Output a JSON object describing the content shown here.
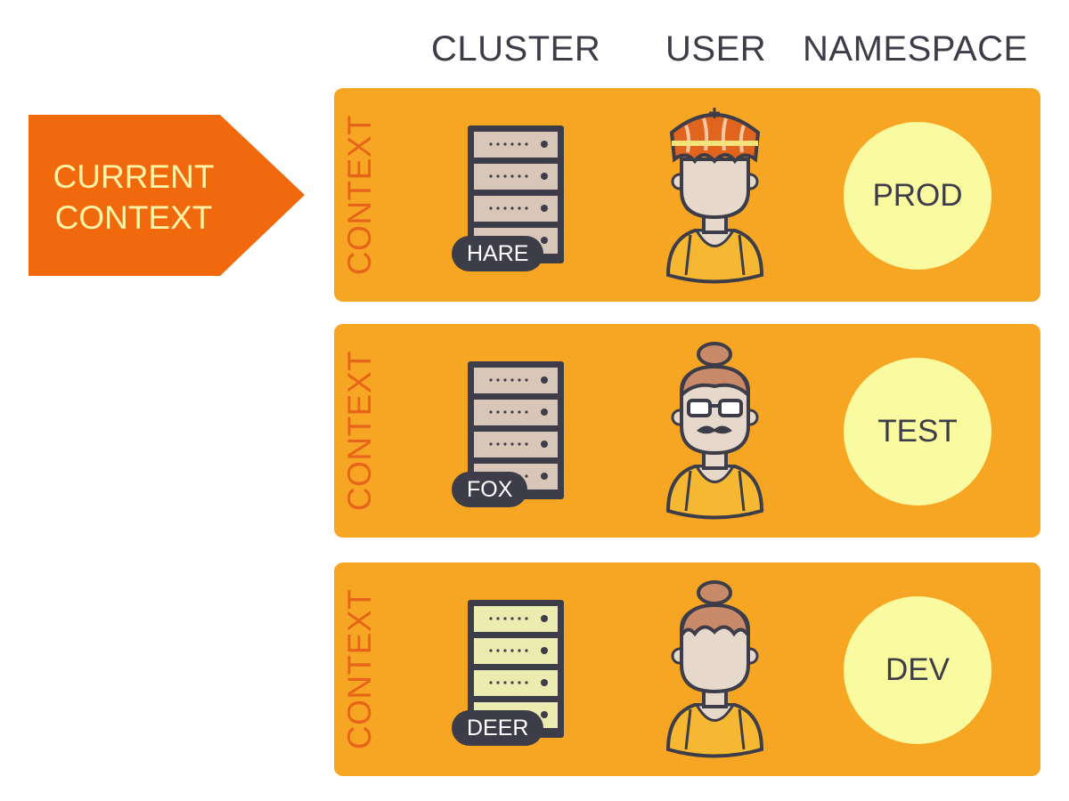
{
  "headers": {
    "cluster": "CLUSTER",
    "user": "USER",
    "namespace": "NAMESPACE"
  },
  "pointer": {
    "label": "CURRENT\nCONTEXT",
    "color": "#f1680d",
    "text_color": "#fff3a6"
  },
  "contexts": [
    {
      "label": "CONTEXT",
      "cluster": "HARE",
      "user": "king-icon",
      "namespace": "PROD",
      "current": true
    },
    {
      "label": "CONTEXT",
      "cluster": "FOX",
      "user": "mustache-glasses-icon",
      "namespace": "TEST",
      "current": false
    },
    {
      "label": "CONTEXT",
      "cluster": "DEER",
      "user": "bun-hair-icon",
      "namespace": "DEV",
      "current": false
    }
  ],
  "colors": {
    "row": "#f6a623",
    "context_text": "#e9641b",
    "badge": "#3d3d4a",
    "namespace": "#fafaa0",
    "ink": "#3d3d4a"
  }
}
